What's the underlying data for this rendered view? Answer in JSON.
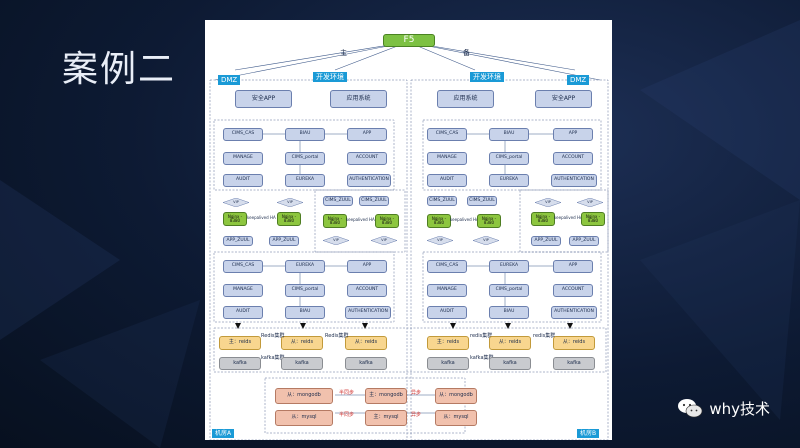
{
  "slide": {
    "title": "案例二"
  },
  "watermark": {
    "text": "why技术",
    "icon": "wechat-icon"
  },
  "diagram": {
    "f5": "F5",
    "main_label": "主",
    "backup_label": "备",
    "zones": {
      "dmz": "DMZ",
      "dev": "开发环境"
    },
    "top": {
      "app": "安全APP",
      "sys": "应用系统"
    },
    "svc": [
      "CIMS_CAS",
      "BIAU",
      "APP",
      "MANAGE",
      "CIMS_portal",
      "ACCOUNT",
      "AUDIT",
      "EUREKA",
      "AUTHENTICATION"
    ],
    "vip": "VIP",
    "nginx": "Nginx - 8380",
    "keepalived": "keepalived HA",
    "app_zuul": "APP_ZUUL",
    "cims_zuul": "CIMS_ZUUL",
    "redis_main": "主：reids",
    "redis_slave": "从：reids",
    "redis_cluster": "Redis集群",
    "redis_cluster2": "redis集群",
    "kafka": "kafka",
    "kafka_cluster": "kafka集群",
    "mongo_slave": "从：mongodb",
    "mongo_main": "主：mongodb",
    "mysql_slave": "从：mysql",
    "mysql_main": "主：mysql",
    "async": "异步",
    "semi_sync": "半同步",
    "room_a": "机房A",
    "room_b": "机房B"
  }
}
